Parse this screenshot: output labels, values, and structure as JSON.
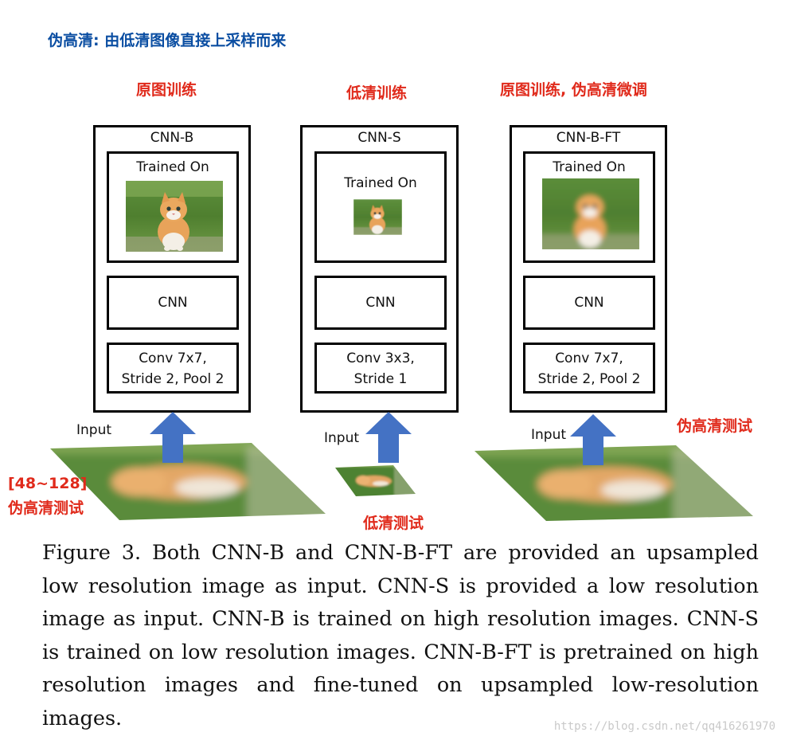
{
  "header": "伪高清: 由低清图像直接上采样而来",
  "columns": [
    {
      "title": "原图训练",
      "model": "CNN-B",
      "trained_on": "Trained On",
      "cnn": "CNN",
      "conv_line1": "Conv 7x7,",
      "conv_line2": "Stride 2, Pool 2",
      "input": "Input"
    },
    {
      "title": "低清训练",
      "model": "CNN-S",
      "trained_on": "Trained On",
      "cnn": "CNN",
      "conv_line1": "Conv 3x3,",
      "conv_line2": "Stride 1",
      "input": "Input"
    },
    {
      "title": "原图训练, 伪高清微调",
      "model": "CNN-B-FT",
      "trained_on": "Trained On",
      "cnn": "CNN",
      "conv_line1": "Conv 7x7,",
      "conv_line2": "Stride 2, Pool 2",
      "input": "Input"
    }
  ],
  "annotations": {
    "range": "[48~128]",
    "pseudo_hd_test_left": "伪高清测试",
    "low_res_test": "低清测试",
    "pseudo_hd_test_right": "伪高清测试"
  },
  "caption": "Figure 3. Both CNN-B and CNN-B-FT are provided an upsampled low resolution image as input.  CNN-S is provided a low resolution image as input. CNN-B is trained on high resolution images. CNN-S is trained on low resolution images.  CNN-B-FT is pretrained on high resolution images and fine-tuned on upsampled low-resolution images.",
  "watermark": "https://blog.csdn.net/qq416261970",
  "colors": {
    "header_blue": "#0b4ea2",
    "annotation_red": "#e02a1b",
    "arrow_blue": "#4472c4"
  }
}
